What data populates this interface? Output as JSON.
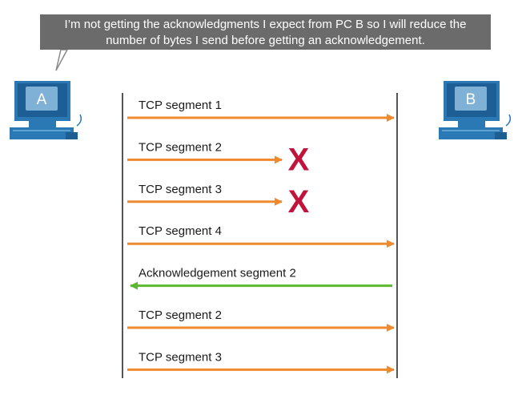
{
  "speech_bubble": {
    "line1": "I’m not getting the acknowledgments I expect from PC B so I will reduce the",
    "line2": "number of bytes I send before getting an acknowledgement."
  },
  "hosts": {
    "a_label": "A",
    "b_label": "B"
  },
  "segments": [
    {
      "label": "TCP segment 1",
      "direction": "A-to-B",
      "status": "delivered",
      "color": "#f08a2e"
    },
    {
      "label": "TCP segment 2",
      "direction": "A-to-B",
      "status": "lost",
      "color": "#f08a2e"
    },
    {
      "label": "TCP segment 3",
      "direction": "A-to-B",
      "status": "lost",
      "color": "#f08a2e"
    },
    {
      "label": "TCP segment 4",
      "direction": "A-to-B",
      "status": "delivered",
      "color": "#f08a2e"
    },
    {
      "label": "Acknowledgement segment 2",
      "direction": "B-to-A",
      "status": "delivered",
      "color": "#5cb82e"
    },
    {
      "label": "TCP segment 2",
      "direction": "A-to-B",
      "status": "delivered",
      "color": "#f08a2e"
    },
    {
      "label": "TCP segment 3",
      "direction": "A-to-B",
      "status": "delivered",
      "color": "#f08a2e"
    }
  ],
  "lost_marker": {
    "symbol": "X",
    "color": "#c0143c"
  },
  "colors": {
    "timeline": "#555555",
    "pc_screen": "#7fb0d6",
    "pc_body": "#2a78b4",
    "pc_dark": "#1d5f94"
  }
}
